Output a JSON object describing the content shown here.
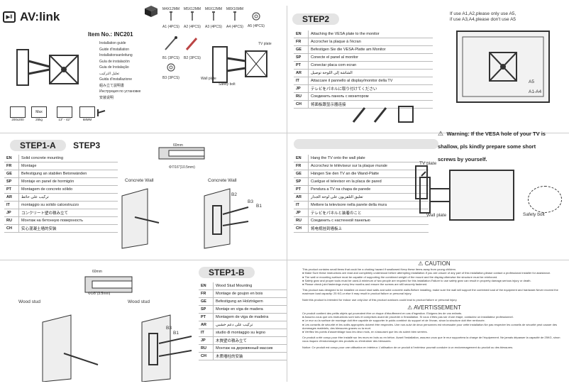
{
  "brand": {
    "name": "AV:link"
  },
  "item_no": "Item No.: INC201",
  "guide_titles": [
    "Installation guide",
    "Guide d'installation",
    "Installationsanleitung",
    "Guía de instalación",
    "Guia de Instalação",
    "تعليل التركيب",
    "Guida d'installazione",
    "組み立て説明書",
    "Инструкция по установке",
    "安装说明"
  ],
  "parts": [
    {
      "code": "M4X12MM",
      "qty": "A1 (4PCS)"
    },
    {
      "code": "M5X12MM",
      "qty": "A2 (4PCS)"
    },
    {
      "code": "M6X12MM",
      "qty": "A3 (4PCS)"
    },
    {
      "code": "M8X16MM",
      "qty": "A4 (4PCS)"
    },
    {
      "code": "",
      "qty": "A5 (4PCS)"
    }
  ],
  "parts2": [
    {
      "qty": "B1 (3PCS)"
    },
    {
      "qty": "B2 (3PCS)"
    },
    {
      "qty": "B3 (3PCS)"
    }
  ],
  "labels": {
    "tv_plate": "TV plate",
    "wall_plate": "Wall plate",
    "safety_bolt": "Safety bolt",
    "concrete_wall": "Concrete Wall",
    "wood_stud": "Wood stud",
    "b1": "B1",
    "b2": "B2",
    "b3": "B3",
    "a5": "A5",
    "a1a4": "A1-A4",
    "depth1": "60mm",
    "depth1b": "Φ7/16\"(10.5mm)",
    "depth2": "60mm",
    "depth2b": "Φ1/8\"(3.5mm)"
  },
  "specs": [
    {
      "text": "200x200"
    },
    {
      "text": "25kg"
    },
    {
      "text": "13\" - 42\""
    },
    {
      "text": "68MM"
    }
  ],
  "spec_max": "Max",
  "step2": {
    "title": "STEP2",
    "note": "If use A1,A2,please only use A5,\nif use A3,A4,please don't use A5",
    "rows": [
      {
        "code": "EN",
        "text": "Attaching the VESA plate to the monitor"
      },
      {
        "code": "FR",
        "text": "Accrocher la plaque à l'écran"
      },
      {
        "code": "GE",
        "text": "Befestigen Sie die VESA-Platte am Monitor"
      },
      {
        "code": "SP",
        "text": "Conecte el panel al monitor"
      },
      {
        "code": "PT",
        "text": "Conectar placa com ecran"
      },
      {
        "code": "AR",
        "text": "الشاشة إلى اللوحة توصيل"
      },
      {
        "code": "IT",
        "text": "Attaccare il pannello al display/monitor della TV"
      },
      {
        "code": "JP",
        "text": "テレビをパネルに取り付けてください"
      },
      {
        "code": "RU",
        "text": "Соединить панель с монитором"
      },
      {
        "code": "CH",
        "text": "将面板跟显示器连接"
      }
    ],
    "warning": "Warning: If the VESA hole of your TV is shallow, pls kindly prepare some short screws by yourself."
  },
  "step1a": {
    "title": "STEP1-A",
    "title2": "STEP3",
    "rows": [
      {
        "code": "EN",
        "text": "Solid concrete mounting"
      },
      {
        "code": "FR",
        "text": "Montage"
      },
      {
        "code": "GE",
        "text": "Befestigung an stabilen Betonwänden"
      },
      {
        "code": "SP",
        "text": "Montaje en panel de hormigón"
      },
      {
        "code": "PT",
        "text": "Montagem de concreto sólido"
      },
      {
        "code": "AR",
        "text": "تركيب على حائط"
      },
      {
        "code": "IT",
        "text": "montaggio su solido calcestruzzo"
      },
      {
        "code": "JP",
        "text": "コンクリート壁の積み立て"
      },
      {
        "code": "RU",
        "text": "Монтаж на бетонную поверхность"
      },
      {
        "code": "CH",
        "text": "实心混凝土墙的安装"
      }
    ]
  },
  "step3": {
    "rows": [
      {
        "code": "EN",
        "text": "Hang the TV onto the wall plate"
      },
      {
        "code": "FR",
        "text": "Accrochez le téléviseur sur la plaque murale"
      },
      {
        "code": "GE",
        "text": "Hängen Sie den TV an die Wand-Platte"
      },
      {
        "code": "SP",
        "text": "Cuelgue el televisor en la placa de pared"
      },
      {
        "code": "PT",
        "text": "Pendura a TV na chapa de parede"
      },
      {
        "code": "AR",
        "text": "تعليق التلفزيون على لوحة الجدار"
      },
      {
        "code": "IT",
        "text": "Mettere la televisore nella parete della mura"
      },
      {
        "code": "JP",
        "text": "テレビをパネルと装着のこと"
      },
      {
        "code": "RU",
        "text": "Соединить с настенной панелью"
      },
      {
        "code": "CH",
        "text": "将电视挂到墙板上"
      }
    ]
  },
  "step1b": {
    "title": "STEP1-B",
    "rows": [
      {
        "code": "EN",
        "text": "Wood Stud Mounting"
      },
      {
        "code": "FR",
        "text": "Montage de goujon en bois"
      },
      {
        "code": "GE",
        "text": "Befestigung an Holzträgern"
      },
      {
        "code": "SP",
        "text": "Montaje en viga de madera"
      },
      {
        "code": "PT",
        "text": "Montagem de viga de madeira"
      },
      {
        "code": "AR",
        "text": "تركيب على دعم خشبي"
      },
      {
        "code": "IT",
        "text": "studio di montaggio su legno"
      },
      {
        "code": "JP",
        "text": "木質壁の積み立て"
      },
      {
        "code": "RU",
        "text": "Монтаж на деревянный массив"
      },
      {
        "code": "CH",
        "text": "木质墙柱的安装"
      }
    ]
  },
  "caution": {
    "title": "CAUTION",
    "p1": "This product contains small items that could be a choking hazard if swallowed.Keep these items away from young children.",
    "p2": "● Make Sure these instructions are read and completely understood before attempting installation.If you are unsure of any part of this installation,please contact a professional installer for assistance.",
    "p3": "● The wall or mounting surface must be capable of supporting the combined weight of the mount and the display,otherwise the structure must be reinforced.",
    "p4": "● Safety gear and proper tools must be used.A minimum of two people are required for this installation.Failure to use safety gear can result in property damage,serious injury or death.",
    "p5": "● Please check joint fastenings every few months and ensure the screws are still securely fastened.",
    "p6": "This product was designed to be installed on wood stud walls and solid concrete walls.Before installing, make sure the wall will support the combined load of the equipment and hardware.Never exceed the maximum load capacity: 25 KG,or else it may result in product failure or personal injury.",
    "p7": "Note:this product is intended for indoor use only.Use of this product outdoors could lead to product failure or personal injury."
  },
  "avertissement": {
    "title": "AVERTISSEMENT",
    "p1": "Ce produit contient des petits objets qui pourraient être un risque d'étouffement en cas d'ingestion. Eloignez-les de vos enfants.",
    "p2": "● Assurez-vous que ces instructions sont lues et comprises avant de procéder à l'installation. Si vous n'êtes pas sûr d'une étape, contactez un installateur professionnel.",
    "p3": "● Le mur ou la surface de montage doit être capable de supporter le poids combiné du support et de l'écran, sinon la structure doit être renforcée.",
    "p4": "● Les conseils de sécurité et les outils appropriés doivent être respectés. Une non-suivi de deux personnes est nécessaire pour cette installation.Ne pas respecter les conseils de sécurité peut causer des dommages matériels, des blessures graves ou la mort.",
    "p5": "● Vérifiez les points d'assemblage tous les deux mois, en s'assurant que les vis soient bien serrées.",
    "p6": "Ce produit a été conçu pour être installé sur les murs en bois ou en béton. Avant l'installation, assurez-vous que le mur supportera la charge de l'équipement. Ne jamais dépasser la capacité de 25KG, sinon vous risquez d'endommager des produits ou d'entraîner des blessures.",
    "p7": "Notice: Ce produit est conçu pour une utilisation en intérieur. L'utilisation de ce produit à l'extérieur pourrait conduire à un endommagement du produit ou des blessures."
  }
}
